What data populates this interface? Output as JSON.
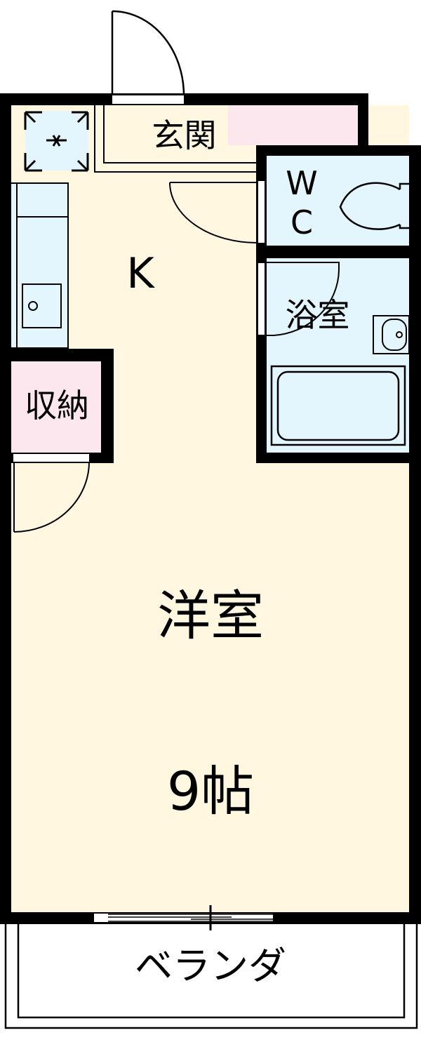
{
  "plan": {
    "type": "1K floor plan",
    "colors": {
      "wall": "#000000",
      "floor": "#fff7e0",
      "wet_area": "#e3f5fd",
      "storage": "#fde7ee",
      "balcony": "#ffffff"
    },
    "rooms": {
      "entrance": {
        "label": "玄関"
      },
      "kitchen": {
        "label": "K"
      },
      "toilet": {
        "label_line1": "W",
        "label_line2": "C"
      },
      "bathroom": {
        "label": "浴室"
      },
      "storage": {
        "label": "収納"
      },
      "western_room": {
        "label": "洋室",
        "size": "9帖"
      },
      "balcony": {
        "label": "ベランダ"
      }
    },
    "fixtures": [
      "entry-door",
      "toilet-door",
      "bathroom-door",
      "storage-door",
      "sliding-window",
      "kitchen-sink",
      "stove",
      "washbasin",
      "bathtub",
      "toilet-bowl",
      "washing-machine-space"
    ]
  }
}
